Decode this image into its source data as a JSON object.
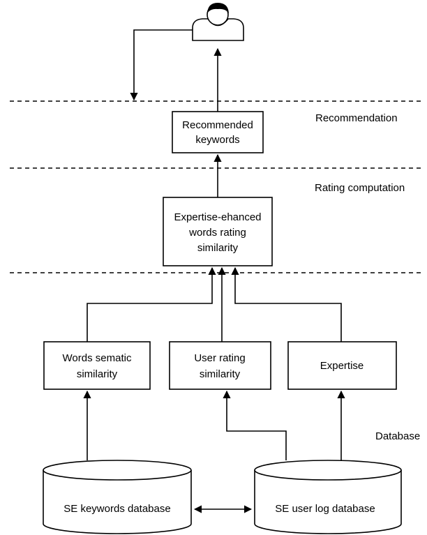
{
  "layers": {
    "recommendation": "Recommendation",
    "rating": "Rating computation",
    "database": "Database"
  },
  "nodes": {
    "recommended": [
      "Recommended",
      "keywords"
    ],
    "expertise_enhanced": [
      "Expertise-ehanced",
      "words rating",
      "similarity"
    ],
    "words_semantic": [
      "Words sematic",
      "similarity"
    ],
    "user_rating": [
      "User rating",
      "similarity"
    ],
    "expertise": "Expertise",
    "se_keywords_db": "SE keywords database",
    "se_user_log_db": "SE user log database"
  },
  "icons": {
    "user": "user-icon"
  }
}
